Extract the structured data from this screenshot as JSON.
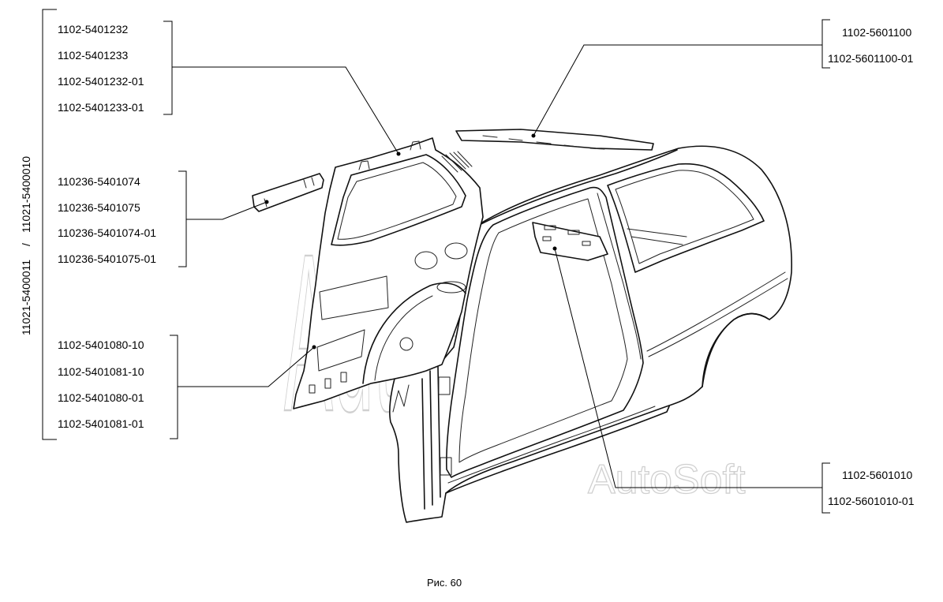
{
  "assembly_labels": [
    "11021-5400011",
    "/",
    "11021-5400010"
  ],
  "groups": {
    "upper_left": [
      "1102-5401232",
      "1102-5401233",
      "1102-5401232-01",
      "1102-5401233-01"
    ],
    "middle_left": [
      "110236-5401074",
      "110236-5401075",
      "110236-5401074-01",
      "110236-5401075-01"
    ],
    "lower_left": [
      "1102-5401080-10",
      "1102-5401081-10",
      "1102-5401080-01",
      "1102-5401081-01"
    ],
    "upper_right": [
      "1102-5601100",
      "1102-5601100-01"
    ],
    "lower_right": [
      "1102-5601010",
      "1102-5601010-01"
    ]
  },
  "watermark": "AutoSoft",
  "caption": "Рис. 60"
}
